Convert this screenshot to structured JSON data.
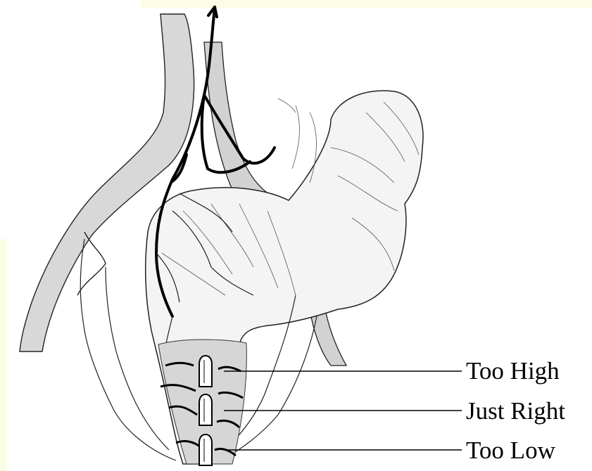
{
  "labels": {
    "too_high": "Too High",
    "just_right": "Just Right",
    "too_low": "Too Low"
  },
  "colors": {
    "background": "#ffffff",
    "side_tint": "#fdfde6",
    "line": "#000000",
    "vessel_shade": "#cfcfcf",
    "capsule_fill": "#ffffff"
  }
}
